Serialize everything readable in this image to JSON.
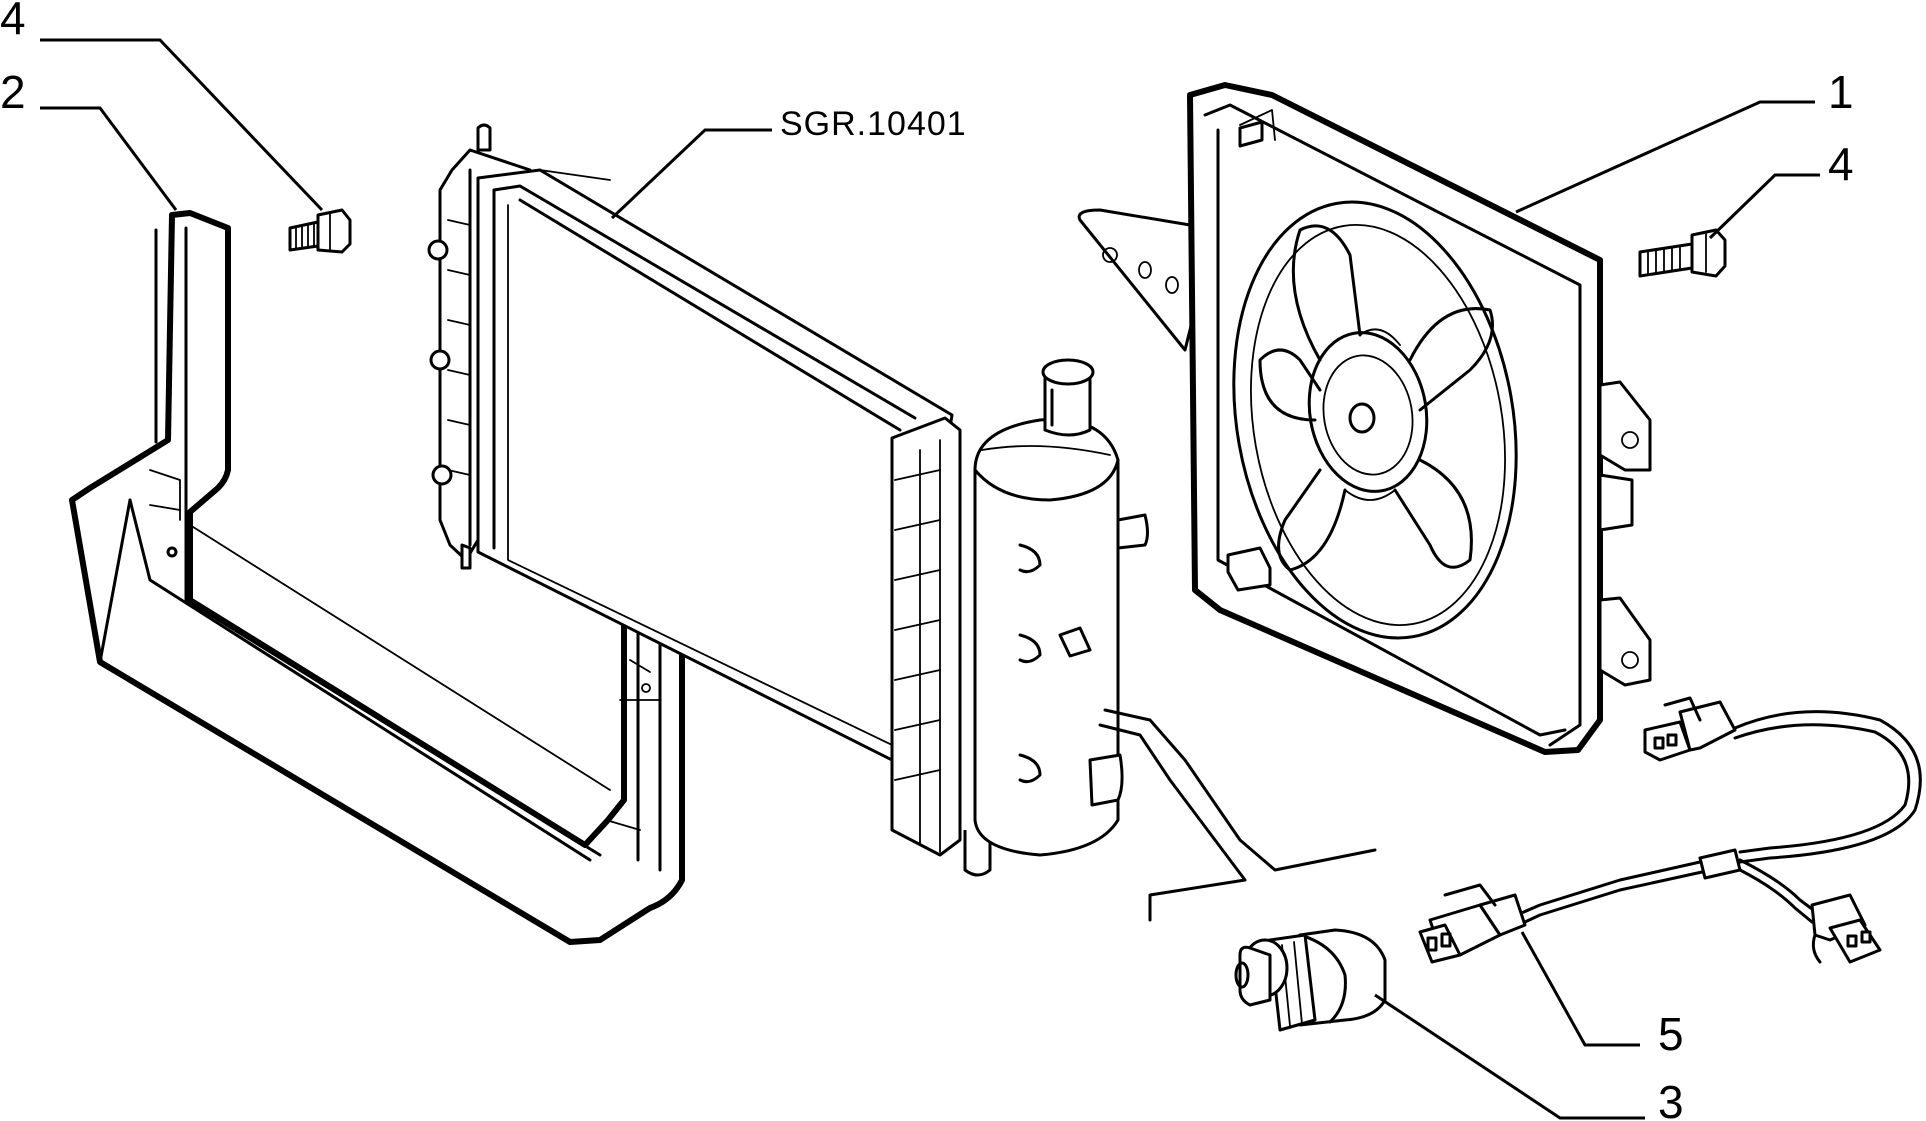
{
  "diagram": {
    "drawing_code": "SGR.10401",
    "callouts": {
      "fan_assembly": "1",
      "shroud_bracket": "2",
      "temperature_switch": "3",
      "bolt_left": "4",
      "bolt_right": "4",
      "wiring_harness": "5"
    }
  }
}
